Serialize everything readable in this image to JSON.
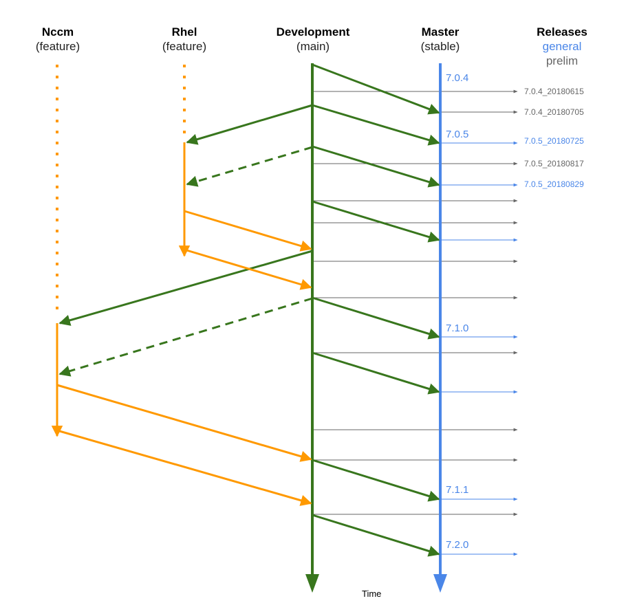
{
  "headers": {
    "nccm": {
      "title": "Nccm",
      "subtitle": "(feature)"
    },
    "rhel": {
      "title": "Rhel",
      "subtitle": "(feature)"
    },
    "development": {
      "title": "Development",
      "subtitle": "(main)"
    },
    "master": {
      "title": "Master",
      "subtitle": "(stable)"
    },
    "releases": {
      "title": "Releases",
      "general": "general",
      "prelim": "prelim"
    }
  },
  "colors": {
    "feature": "#ff9900",
    "development": "#38761d",
    "master": "#4a86e8",
    "prelim": "#666666",
    "general": "#4a86e8"
  },
  "versions": [
    "7.0.4",
    "7.0.5",
    "7.1.0",
    "7.1.1",
    "7.2.0"
  ],
  "releases": [
    {
      "label": "7.0.4_20180615",
      "kind": "prelim"
    },
    {
      "label": "7.0.4_20180705",
      "kind": "prelim"
    },
    {
      "label": "7.0.5_20180725",
      "kind": "general"
    },
    {
      "label": "7.0.5_20180817",
      "kind": "prelim"
    },
    {
      "label": "7.0.5_20180829",
      "kind": "general"
    }
  ],
  "axis_label": "Time"
}
